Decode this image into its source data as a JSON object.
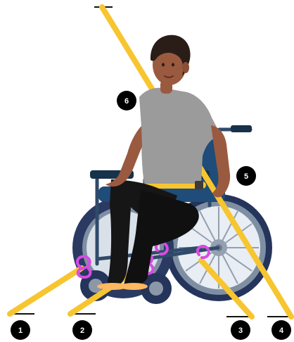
{
  "diagram": {
    "markers": [
      {
        "id": "1",
        "label": "1"
      },
      {
        "id": "2",
        "label": "2"
      },
      {
        "id": "3",
        "label": "3"
      },
      {
        "id": "4",
        "label": "4"
      },
      {
        "id": "5",
        "label": "5"
      },
      {
        "id": "6",
        "label": "6"
      }
    ]
  },
  "colors": {
    "strap": "#f7c52f",
    "hook": "#d84be3",
    "wheel_tire": "#24345b",
    "wheel_rim": "#7f8fa3",
    "frame": "#304a6a",
    "seat": "#1f4c78",
    "shirt": "#9a9a9a",
    "pants": "#161616",
    "skin": "#9a5a3f",
    "hair": "#2a1d18",
    "marker_bg": "#000000",
    "marker_text": "#ffffff"
  },
  "icons": {
    "wheelchair": "wheelchair",
    "person": "seated-person",
    "hook": "hook"
  }
}
